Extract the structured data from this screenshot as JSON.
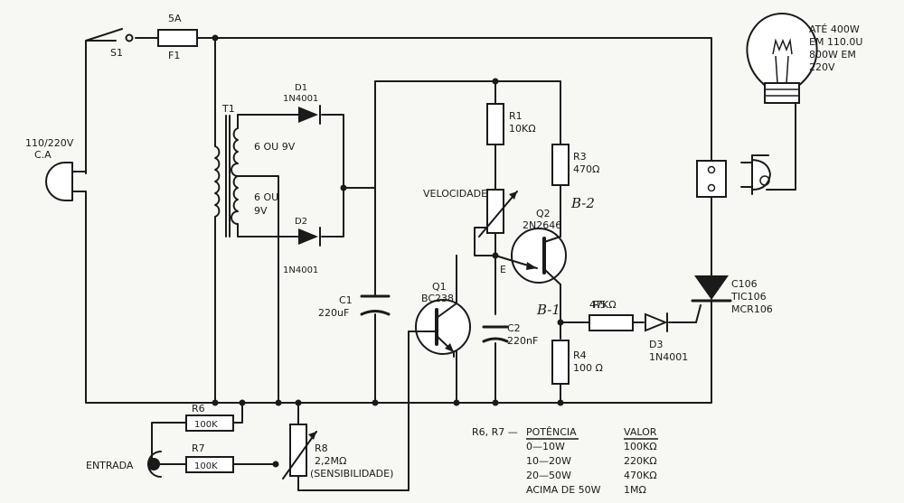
{
  "colors": {
    "ink": "#1a1a1a",
    "paper": "#f7f7f4"
  },
  "supply": {
    "voltage": "110/220V",
    "type": "C.A"
  },
  "switch": {
    "ref": "S1"
  },
  "fuse": {
    "ref": "F1",
    "rating": "5A"
  },
  "transformer": {
    "ref": "T1",
    "winding_1": "6 OU 9V",
    "winding_2a": "6 OU",
    "winding_2b": "9V"
  },
  "d1": {
    "ref": "D1",
    "part": "1N4001"
  },
  "d2": {
    "ref": "D2",
    "part": "1N4001"
  },
  "d3": {
    "ref": "D3",
    "part": "1N4001"
  },
  "c1": {
    "ref": "C1",
    "value": "220uF"
  },
  "c2": {
    "ref": "C2",
    "value": "220nF"
  },
  "r1": {
    "ref": "R1",
    "value": "10KΩ"
  },
  "r3": {
    "ref": "R3",
    "value": "470Ω"
  },
  "r4": {
    "ref": "R4",
    "value": "100 Ω"
  },
  "r5": {
    "ref": "R5",
    "value": "47KΩ"
  },
  "r6": {
    "ref": "R6",
    "value": "100K"
  },
  "r7": {
    "ref": "R7",
    "value": "100K"
  },
  "r8": {
    "ref": "R8",
    "value": "2,2MΩ",
    "note": "(SENSIBILIDADE)"
  },
  "pot_speed": {
    "label": "VELOCIDADE"
  },
  "q1": {
    "ref": "Q1",
    "part": "BC238"
  },
  "q2": {
    "ref": "Q2",
    "part": "2N2646",
    "b2": "B-2",
    "b1": "B-1",
    "e": "E"
  },
  "scr": {
    "ref": "C106",
    "alt1": "TIC106",
    "alt2": "MCR106"
  },
  "lamp": {
    "line1": "ATÉ 400W",
    "line2": "EM 110.0U",
    "line3": "800W EM",
    "line4": "220V"
  },
  "input": {
    "label": "ENTRADA"
  },
  "table": {
    "prefix": "R6, R7 —",
    "head_power": "POTÊNCIA",
    "head_value": "VALOR",
    "rows": [
      {
        "power": "0—10W",
        "value": "100KΩ"
      },
      {
        "power": "10—20W",
        "value": "220KΩ"
      },
      {
        "power": "20—50W",
        "value": "470KΩ"
      },
      {
        "power": "ACIMA  DE  50W",
        "value": "1MΩ"
      }
    ]
  }
}
